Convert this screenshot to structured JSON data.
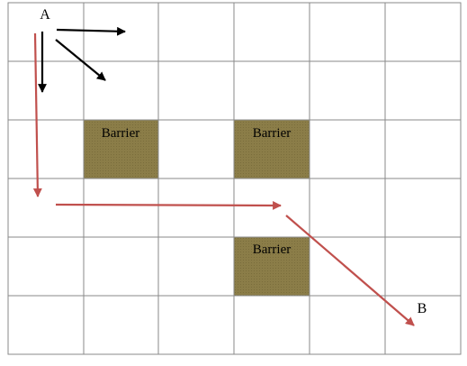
{
  "grid": {
    "columns": 6,
    "rows": 6
  },
  "barrier_label": "Barrier",
  "barriers": [
    {
      "col": 1,
      "row": 2
    },
    {
      "col": 3,
      "row": 2
    },
    {
      "col": 3,
      "row": 4
    }
  ],
  "point_a_label": "A",
  "point_b_label": "B",
  "colors": {
    "grid_line": "#8a8a8a",
    "barrier_fill": "#8b7d48",
    "barrier_hatch": "#7a6d3c",
    "path_arrow": "#c0504d",
    "option_arrow": "#000000",
    "text": "#000000"
  }
}
